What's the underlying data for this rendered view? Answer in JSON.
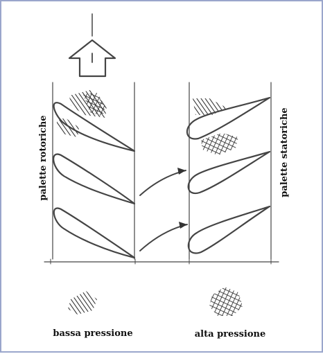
{
  "labels": {
    "left_vertical": "palette rotoriche",
    "right_vertical": "palette statoriche",
    "legend_low": "bassa pressione",
    "legend_high": "alta pressione"
  },
  "icons": {
    "flow": "up-arrow-icon",
    "hatch_low": "diagonal-hatch",
    "hatch_high": "cross-hatch"
  },
  "colors": {
    "ink": "#444444",
    "border": "#9aa6cc",
    "background": "#ffffff"
  }
}
